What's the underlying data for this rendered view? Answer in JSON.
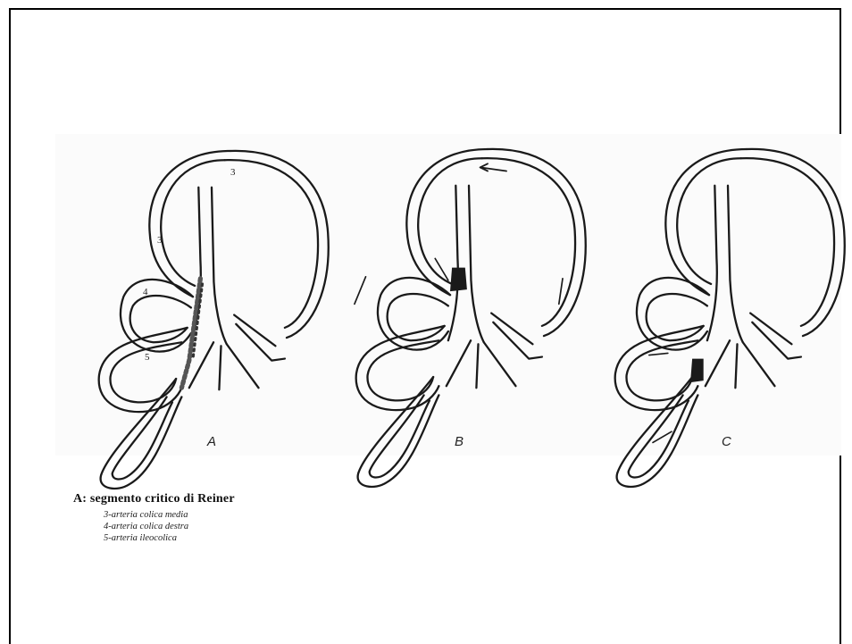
{
  "panels": {
    "a": {
      "letter": "A",
      "marks": {
        "three_top": "3",
        "three_side": "3",
        "four": "4",
        "five": "5"
      }
    },
    "b": {
      "letter": "B"
    },
    "c": {
      "letter": "C"
    }
  },
  "caption": {
    "heading": "A: segmento critico di Reiner",
    "items": [
      "3-arteria colica media",
      "4-arteria colica destra",
      "5-arteria ileocolica"
    ]
  }
}
